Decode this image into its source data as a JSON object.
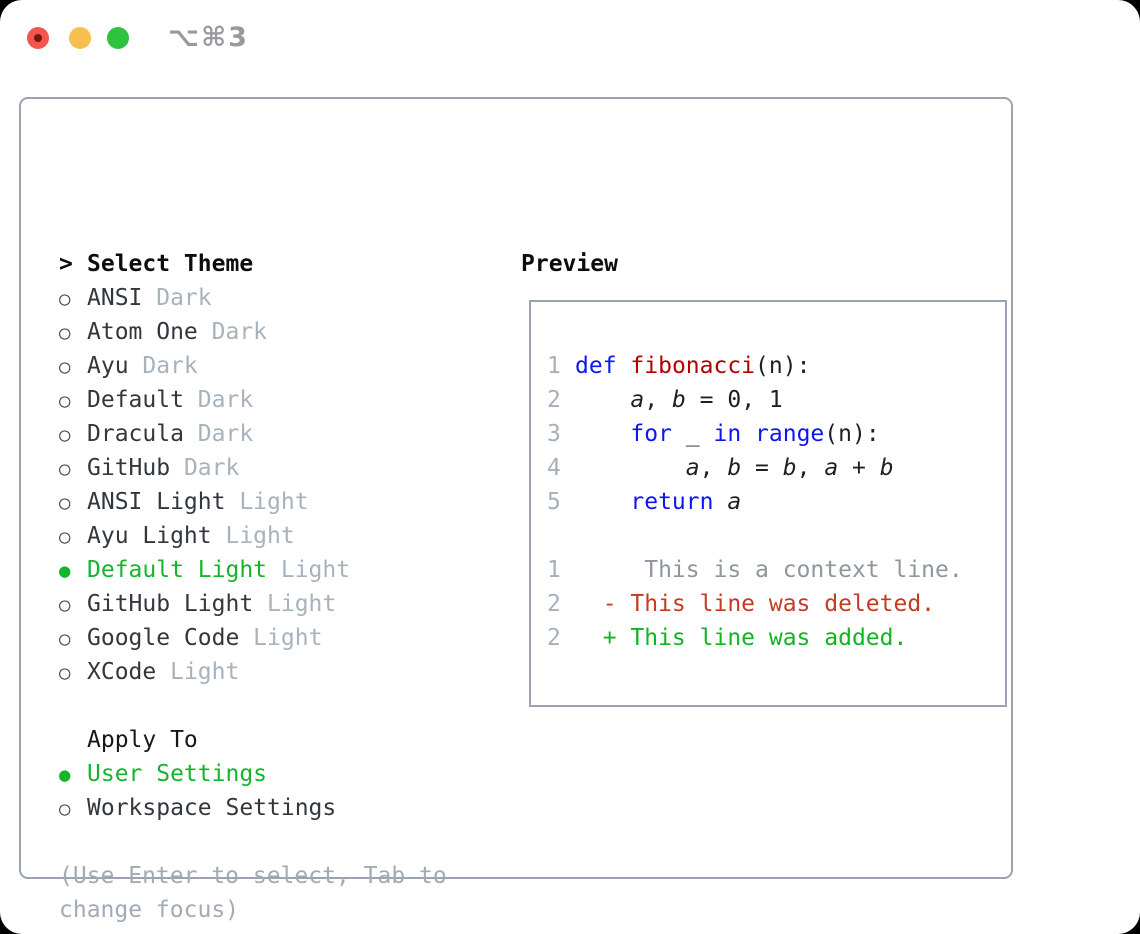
{
  "window": {
    "title": "⌥⌘3",
    "traffic_lights": [
      "close",
      "minimize",
      "zoom"
    ]
  },
  "icons": {
    "prompt_marker": ">",
    "radio_unselected": "○",
    "radio_selected": "●"
  },
  "colors": {
    "accent_green": "#16b42c",
    "muted_gray": "#a8b2bd",
    "keyword_blue": "#0e16f0",
    "function_red": "#b20000",
    "deleted_red": "#c53b22",
    "added_green": "#12b422",
    "border_gray": "#9aa3ae"
  },
  "theme_picker": {
    "prompt": "Select Theme",
    "items": [
      {
        "label": "ANSI",
        "suffix": "Dark",
        "selected": false
      },
      {
        "label": "Atom One",
        "suffix": "Dark",
        "selected": false
      },
      {
        "label": "Ayu",
        "suffix": "Dark",
        "selected": false
      },
      {
        "label": "Default",
        "suffix": "Dark",
        "selected": false
      },
      {
        "label": "Dracula",
        "suffix": "Dark",
        "selected": false
      },
      {
        "label": "GitHub",
        "suffix": "Dark",
        "selected": false
      },
      {
        "label": "ANSI Light",
        "suffix": "Light",
        "selected": false
      },
      {
        "label": "Ayu Light",
        "suffix": "Light",
        "selected": false
      },
      {
        "label": "Default Light",
        "suffix": "Light",
        "selected": true
      },
      {
        "label": "GitHub Light",
        "suffix": "Light",
        "selected": false
      },
      {
        "label": "Google Code",
        "suffix": "Light",
        "selected": false
      },
      {
        "label": "XCode",
        "suffix": "Light",
        "selected": false
      }
    ],
    "apply_to": {
      "heading": "Apply To",
      "options": [
        {
          "label": "User Settings",
          "selected": true
        },
        {
          "label": "Workspace Settings",
          "selected": false
        }
      ]
    },
    "hint_line1": "(Use Enter to select, Tab to",
    "hint_line2": "change focus)"
  },
  "preview": {
    "title": "Preview",
    "lines": [
      {
        "num": "1",
        "tokens": [
          {
            "t": "def",
            "c": "kw"
          },
          {
            "t": " "
          },
          {
            "t": "fibonacci",
            "c": "fn"
          },
          {
            "t": "(n):"
          }
        ]
      },
      {
        "num": "2",
        "tokens": [
          {
            "t": "    "
          },
          {
            "t": "a",
            "c": "var"
          },
          {
            "t": ", "
          },
          {
            "t": "b",
            "c": "var"
          },
          {
            "t": " = 0, 1"
          }
        ]
      },
      {
        "num": "3",
        "tokens": [
          {
            "t": "    "
          },
          {
            "t": "for",
            "c": "kw"
          },
          {
            "t": " _ "
          },
          {
            "t": "in",
            "c": "kw"
          },
          {
            "t": " "
          },
          {
            "t": "range",
            "c": "kw"
          },
          {
            "t": "(n):"
          }
        ]
      },
      {
        "num": "4",
        "tokens": [
          {
            "t": "        "
          },
          {
            "t": "a",
            "c": "var"
          },
          {
            "t": ", "
          },
          {
            "t": "b",
            "c": "var"
          },
          {
            "t": " = "
          },
          {
            "t": "b",
            "c": "var"
          },
          {
            "t": ", "
          },
          {
            "t": "a",
            "c": "var"
          },
          {
            "t": " + "
          },
          {
            "t": "b",
            "c": "var"
          }
        ]
      },
      {
        "num": "5",
        "tokens": [
          {
            "t": "    "
          },
          {
            "t": "return",
            "c": "kw"
          },
          {
            "t": " "
          },
          {
            "t": "a",
            "c": "var"
          }
        ]
      },
      {
        "blank": true
      },
      {
        "num": "1",
        "tokens": [
          {
            "t": "     This is a context line.",
            "c": "ctx"
          }
        ]
      },
      {
        "num": "2",
        "tokens": [
          {
            "t": "  - This line was deleted.",
            "c": "del"
          }
        ]
      },
      {
        "num": "2",
        "tokens": [
          {
            "t": "  + This line was added.",
            "c": "add"
          }
        ]
      }
    ]
  }
}
